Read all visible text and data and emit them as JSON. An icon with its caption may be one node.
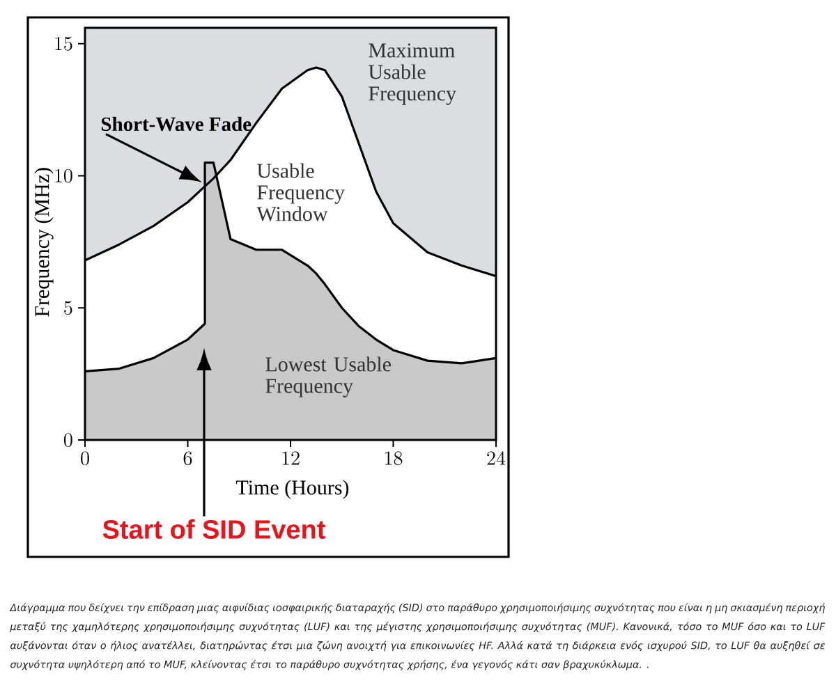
{
  "diagram": {
    "caption": "Διάγραμμα που δείχνει την επίδραση μιας αιφνίδιας ιοσφαιρικής διαταραχής (SID) στο παράθυρο χρησιμοποιήσιμης συχνότητας που είναι η μη σκιασμένη περιοχή μεταξύ της χαμηλότερης χρησιμοποιήσιμης συχνότητας (LUF) και της μέγιστης χρησιμοποιήσιμης συχνότητας (MUF). Κανονικά, τόσο το MUF όσο και το LUF αυξάνονται όταν ο ήλιος ανατέλλει, διατηρώντας έτσι μια ζώνη ανοιχτή για επικοινωνίες HF. Αλλά κατά τη διάρκεια ενός ισχυρού SID, το LUF θα αυξηθεί σε συχνότητα υψηλότερη από το MUF, κλείνοντας έτσι το παράθυρο συχνότητας χρήσης, ένα γεγονός κάτι σαν βραχυκύκλωμα. .",
    "nodes": [
      {
        "text": [
          "Short-Wave Fade"
        ]
      },
      {
        "text": [
          "Start of SID Event"
        ]
      }
    ],
    "edges": [
      {
        "from": 0,
        "to": null,
        "arrow": "to"
      },
      {
        "from": 1,
        "to": null,
        "arrow": "to"
      }
    ],
    "labels": [
      "Maximum Usable Frequency",
      "Usable Frequency Window",
      "Lowest Usable Frequency"
    ],
    "chart_data": {
      "type": "area",
      "xlabel": "Time (Hours)",
      "ylabel": "Frequency (MHz)",
      "x": [
        0,
        2,
        4,
        6,
        7,
        7,
        7.5,
        8.5,
        10,
        11.5,
        13,
        13.5,
        14,
        15,
        16,
        17,
        18,
        20,
        22,
        24
      ],
      "series": [
        {
          "color": "#ffffff",
          "values": [
            6.8,
            7.4,
            8.1,
            9.0,
            9.6,
            9.6,
            9.9,
            10.6,
            12.0,
            13.3,
            14.0,
            14.1,
            14.0,
            13.0,
            11.2,
            9.4,
            8.2,
            7.1,
            6.6,
            6.2
          ]
        },
        {
          "color": "#c9c9c9",
          "values": [
            2.6,
            2.7,
            3.1,
            3.8,
            4.4,
            10.5,
            10.5,
            7.6,
            7.2,
            7.2,
            6.6,
            6.3,
            5.9,
            5.0,
            4.3,
            3.8,
            3.4,
            3.0,
            2.9,
            3.1
          ]
        }
      ],
      "xlim": [
        0,
        24
      ],
      "ylim": [
        0,
        15.6
      ],
      "xticks": [
        0,
        6,
        12,
        18,
        24
      ],
      "yticks": [
        0,
        5,
        10,
        15
      ]
    }
  }
}
